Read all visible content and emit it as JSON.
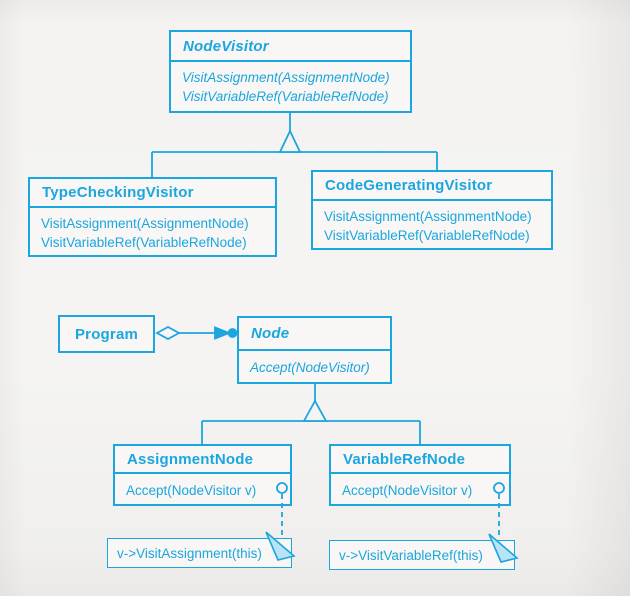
{
  "figure": {
    "colors": {
      "accent": "#1BA6DF",
      "note_fold_fill": "#B9E4F6",
      "paper": "#F4F3F1"
    },
    "visitor_hierarchy": {
      "parent": {
        "name": "NodeVisitor",
        "methods": [
          "VisitAssignment(AssignmentNode)",
          "VisitVariableRef(VariableRefNode)"
        ]
      },
      "subclasses": [
        {
          "name": "TypeCheckingVisitor",
          "methods": [
            "VisitAssignment(AssignmentNode)",
            "VisitVariableRef(VariableRefNode)"
          ]
        },
        {
          "name": "CodeGeneratingVisitor",
          "methods": [
            "VisitAssignment(AssignmentNode)",
            "VisitVariableRef(VariableRefNode)"
          ]
        }
      ]
    },
    "node_hierarchy": {
      "program": {
        "name": "Program"
      },
      "parent": {
        "name": "Node",
        "methods": [
          "Accept(NodeVisitor)"
        ]
      },
      "subclasses": [
        {
          "name": "AssignmentNode",
          "methods": [
            "Accept(NodeVisitor v)"
          ],
          "note": "v->VisitAssignment(this)"
        },
        {
          "name": "VariableRefNode",
          "methods": [
            "Accept(NodeVisitor v)"
          ],
          "note": "v->VisitVariableRef(this)"
        }
      ]
    }
  }
}
